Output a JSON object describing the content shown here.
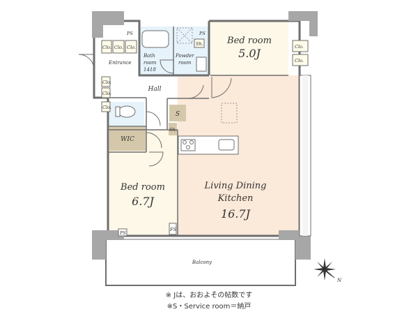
{
  "rooms": {
    "bedroom_top": {
      "name": "Bed room",
      "size": "5.0J"
    },
    "bedroom_left": {
      "name": "Bed room",
      "size": "6.7J"
    },
    "ldk": {
      "line1": "Living Dining",
      "line2": "Kitchen",
      "size": "16.7J"
    },
    "bath": {
      "line1": "Bath",
      "line2": "room",
      "line3": "1418"
    },
    "powder": {
      "line1": "Powder",
      "line2": "room"
    },
    "entrance": "Entrance",
    "hall": "Hall",
    "wic": "WIC",
    "service": "S",
    "balcony": "Balcony"
  },
  "closets": {
    "ps": "PS",
    "clo": "Clo.",
    "sh": "Sh.",
    "fs": "FS"
  },
  "compass": {
    "north": "N"
  },
  "notes": {
    "line1": "※ Jは、おおよその帖数です",
    "line2": "※S・Service room＝納戸"
  },
  "colors": {
    "ldk_fill": "#fbe9d9",
    "bedroom_fill": "#fdf8e7",
    "wet_fill": "#e6f3fb",
    "wic_fill": "#d5c8aa",
    "column_fill": "#a7a7a7",
    "wall": "#6e6e6e"
  }
}
